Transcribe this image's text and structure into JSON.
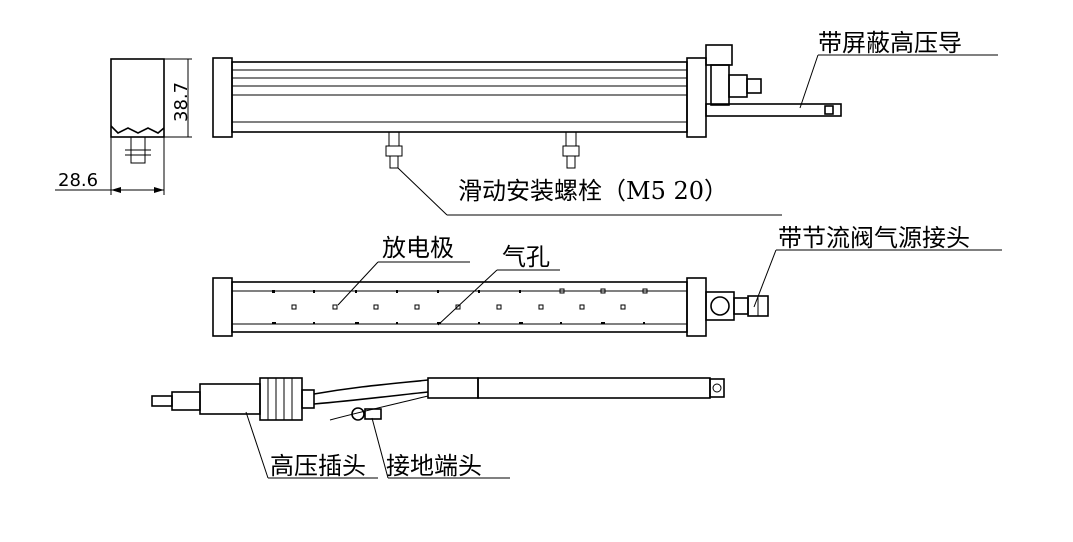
{
  "labels": {
    "shielded_cable": "带屏蔽高压导",
    "slide_bolt": "滑动安装螺栓（M5  20）",
    "discharge_electrode": "放电极",
    "air_hole": "气孔",
    "throttle_fitting": "带节流阀气源接头",
    "hv_plug": "高压插头",
    "ground_terminal": "接地端头"
  },
  "dimensions": {
    "height": "38.7",
    "width": "28.6"
  }
}
